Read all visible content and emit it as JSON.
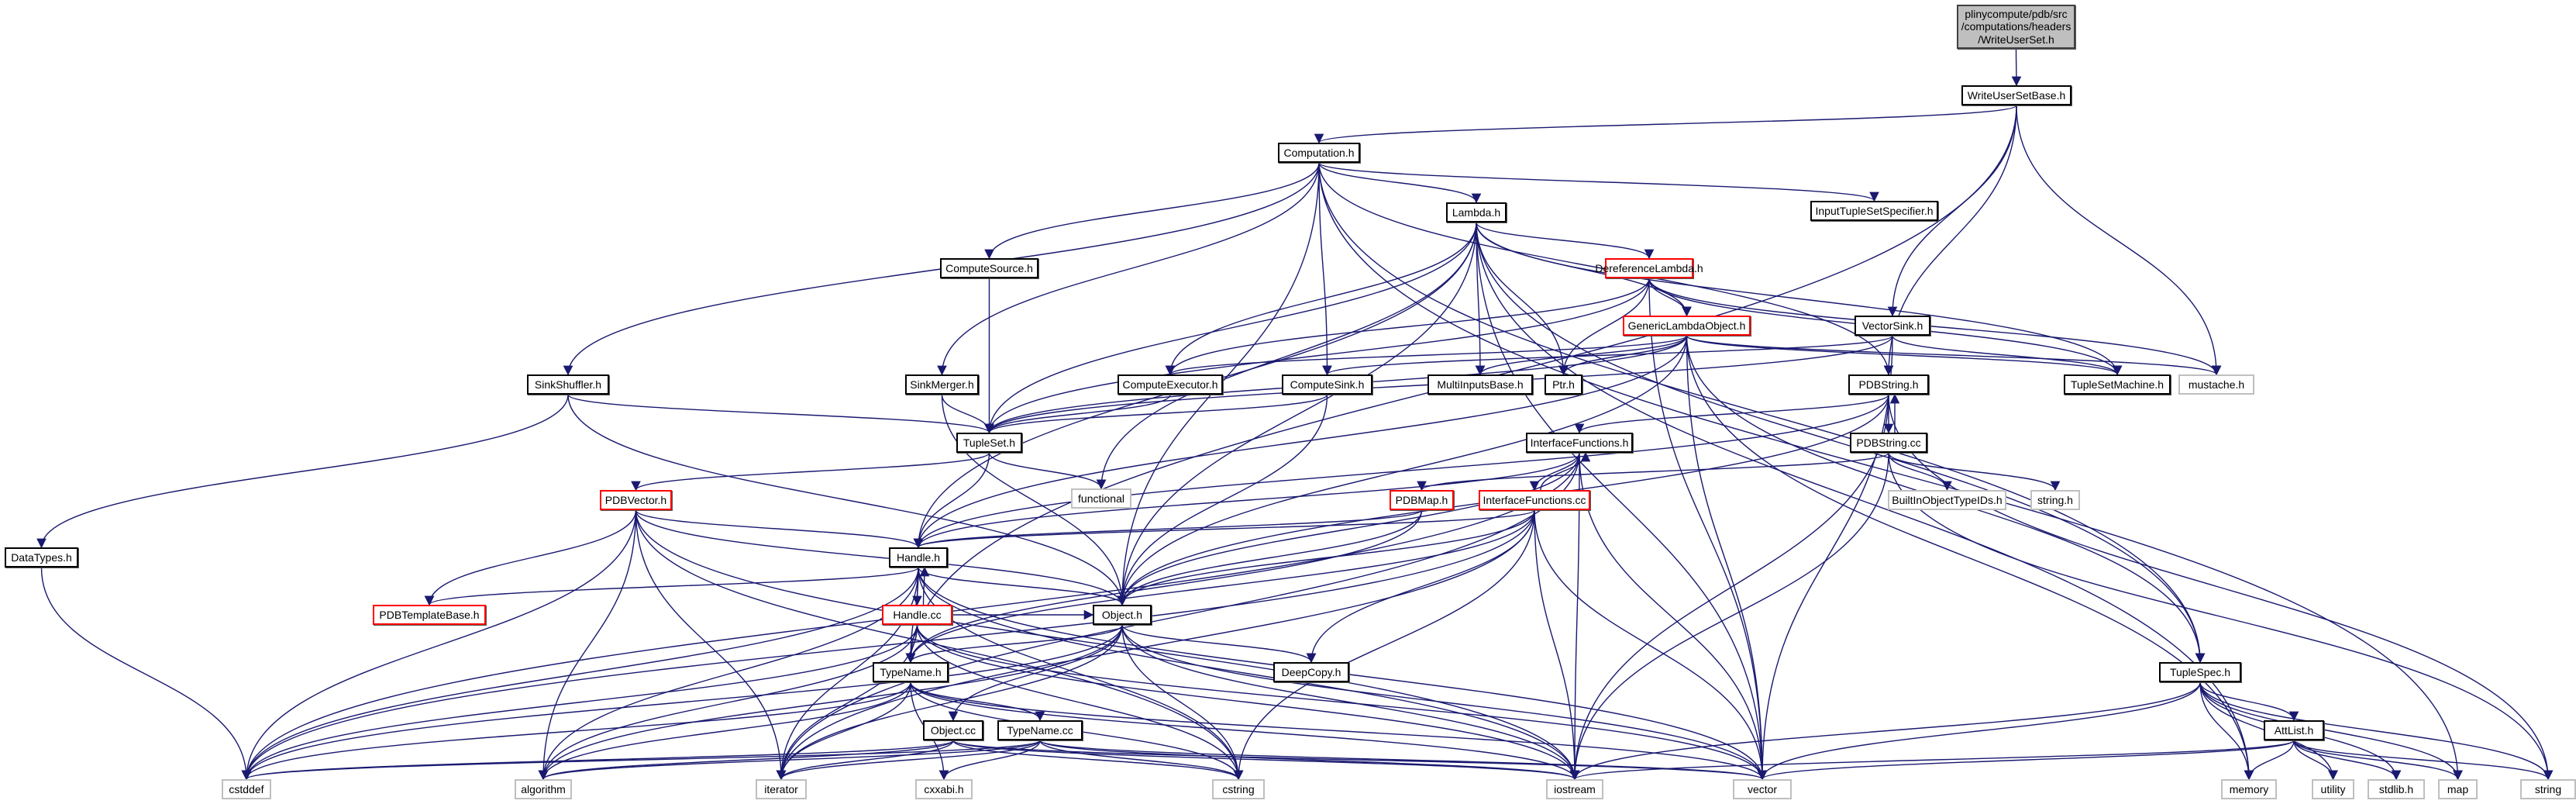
{
  "graph": {
    "title": "Include dependency graph for WriteUserSet.h",
    "edge_color": "#191970",
    "colors": {
      "root_fill": "#bfbfbf",
      "documented_border": "#000000",
      "truncated_border": "#ff0000",
      "external_border": "#bfbfbf"
    },
    "nodes": [
      {
        "id": "root",
        "lines": [
          "plinycompute/pdb/src",
          "/computations/headers",
          "/WriteUserSet.h"
        ],
        "kind": "root"
      },
      {
        "id": "WriteUserSetBase",
        "label": "WriteUserSetBase.h",
        "kind": "doc"
      },
      {
        "id": "Computation",
        "label": "Computation.h",
        "kind": "doc"
      },
      {
        "id": "InputTupleSetSpecifier",
        "label": "InputTupleSetSpecifier.h",
        "kind": "doc"
      },
      {
        "id": "Lambda",
        "label": "Lambda.h",
        "kind": "doc"
      },
      {
        "id": "ComputeSource",
        "label": "ComputeSource.h",
        "kind": "doc"
      },
      {
        "id": "DereferenceLambda",
        "label": "DereferenceLambda.h",
        "kind": "red"
      },
      {
        "id": "GenericLambdaObject",
        "label": "GenericLambdaObject.h",
        "kind": "red"
      },
      {
        "id": "VectorSink",
        "label": "VectorSink.h",
        "kind": "doc"
      },
      {
        "id": "SinkShuffler",
        "label": "SinkShuffler.h",
        "kind": "doc"
      },
      {
        "id": "SinkMerger",
        "label": "SinkMerger.h",
        "kind": "doc"
      },
      {
        "id": "ComputeExecutor",
        "label": "ComputeExecutor.h",
        "kind": "doc"
      },
      {
        "id": "ComputeSink",
        "label": "ComputeSink.h",
        "kind": "doc"
      },
      {
        "id": "MultiInputsBase",
        "label": "MultiInputsBase.h",
        "kind": "doc"
      },
      {
        "id": "Ptr",
        "label": "Ptr.h",
        "kind": "doc"
      },
      {
        "id": "PDBString",
        "label": "PDBString.h",
        "kind": "doc"
      },
      {
        "id": "TupleSetMachine",
        "label": "TupleSetMachine.h",
        "kind": "doc"
      },
      {
        "id": "mustache",
        "label": "mustache.h",
        "kind": "sys"
      },
      {
        "id": "TupleSet",
        "label": "TupleSet.h",
        "kind": "doc"
      },
      {
        "id": "InterfaceFunctions",
        "label": "InterfaceFunctions.h",
        "kind": "doc"
      },
      {
        "id": "PDBStringCC",
        "label": "PDBString.cc",
        "kind": "doc"
      },
      {
        "id": "functional",
        "label": "functional",
        "kind": "sys"
      },
      {
        "id": "PDBVector",
        "label": "PDBVector.h",
        "kind": "red"
      },
      {
        "id": "PDBMap",
        "label": "PDBMap.h",
        "kind": "red"
      },
      {
        "id": "InterfaceFunctionsCC",
        "label": "InterfaceFunctions.cc",
        "kind": "red"
      },
      {
        "id": "BuiltInObjectTypeIDs",
        "label": "BuiltInObjectTypeIDs.h",
        "kind": "sys"
      },
      {
        "id": "stringh",
        "label": "string.h",
        "kind": "sys"
      },
      {
        "id": "DataTypes",
        "label": "DataTypes.h",
        "kind": "doc"
      },
      {
        "id": "Handle",
        "label": "Handle.h",
        "kind": "doc"
      },
      {
        "id": "PDBTemplateBase",
        "label": "PDBTemplateBase.h",
        "kind": "red"
      },
      {
        "id": "HandleCC",
        "label": "Handle.cc",
        "kind": "red"
      },
      {
        "id": "Object",
        "label": "Object.h",
        "kind": "doc"
      },
      {
        "id": "DeepCopy",
        "label": "DeepCopy.h",
        "kind": "doc"
      },
      {
        "id": "TypeName",
        "label": "TypeName.h",
        "kind": "doc"
      },
      {
        "id": "TupleSpec",
        "label": "TupleSpec.h",
        "kind": "doc"
      },
      {
        "id": "AttList",
        "label": "AttList.h",
        "kind": "doc"
      },
      {
        "id": "ObjectCC",
        "label": "Object.cc",
        "kind": "doc"
      },
      {
        "id": "TypeNameCC",
        "label": "TypeName.cc",
        "kind": "doc"
      },
      {
        "id": "cstddef",
        "label": "cstddef",
        "kind": "sys"
      },
      {
        "id": "algorithm",
        "label": "algorithm",
        "kind": "sys"
      },
      {
        "id": "iterator",
        "label": "iterator",
        "kind": "sys"
      },
      {
        "id": "cxxabi",
        "label": "cxxabi.h",
        "kind": "sys"
      },
      {
        "id": "cstring",
        "label": "cstring",
        "kind": "sys"
      },
      {
        "id": "iostream",
        "label": "iostream",
        "kind": "sys"
      },
      {
        "id": "vector",
        "label": "vector",
        "kind": "sys"
      },
      {
        "id": "memory",
        "label": "memory",
        "kind": "sys"
      },
      {
        "id": "utility",
        "label": "utility",
        "kind": "sys"
      },
      {
        "id": "stdlib",
        "label": "stdlib.h",
        "kind": "sys"
      },
      {
        "id": "map",
        "label": "map",
        "kind": "sys"
      },
      {
        "id": "string",
        "label": "string",
        "kind": "sys"
      }
    ],
    "edges": [
      [
        "root",
        "WriteUserSetBase"
      ],
      [
        "WriteUserSetBase",
        "Computation"
      ],
      [
        "WriteUserSetBase",
        "TypeName"
      ],
      [
        "WriteUserSetBase",
        "PDBString"
      ],
      [
        "WriteUserSetBase",
        "VectorSink"
      ],
      [
        "WriteUserSetBase",
        "mustache"
      ],
      [
        "Computation",
        "InputTupleSetSpecifier"
      ],
      [
        "Computation",
        "Lambda"
      ],
      [
        "Computation",
        "ComputeSource"
      ],
      [
        "Computation",
        "SinkMerger"
      ],
      [
        "Computation",
        "SinkShuffler"
      ],
      [
        "Computation",
        "ComputeSink"
      ],
      [
        "Computation",
        "Object"
      ],
      [
        "Computation",
        "PDBString"
      ],
      [
        "Computation",
        "TupleSpec"
      ],
      [
        "Computation",
        "map"
      ],
      [
        "Lambda",
        "DereferenceLambda"
      ],
      [
        "Lambda",
        "GenericLambdaObject"
      ],
      [
        "Lambda",
        "ComputeExecutor"
      ],
      [
        "Lambda",
        "MultiInputsBase"
      ],
      [
        "Lambda",
        "Ptr"
      ],
      [
        "Lambda",
        "Handle"
      ],
      [
        "Lambda",
        "Object"
      ],
      [
        "Lambda",
        "functional"
      ],
      [
        "Lambda",
        "TupleSetMachine"
      ],
      [
        "Lambda",
        "TupleSpec"
      ],
      [
        "Lambda",
        "memory"
      ],
      [
        "Lambda",
        "vector"
      ],
      [
        "Lambda",
        "TupleSet"
      ],
      [
        "DereferenceLambda",
        "GenericLambdaObject"
      ],
      [
        "DereferenceLambda",
        "ComputeExecutor"
      ],
      [
        "DereferenceLambda",
        "Ptr"
      ],
      [
        "DereferenceLambda",
        "TupleSet"
      ],
      [
        "DereferenceLambda",
        "TupleSetMachine"
      ],
      [
        "DereferenceLambda",
        "mustache"
      ],
      [
        "DereferenceLambda",
        "vector"
      ],
      [
        "GenericLambdaObject",
        "ComputeExecutor"
      ],
      [
        "GenericLambdaObject",
        "MultiInputsBase"
      ],
      [
        "GenericLambdaObject",
        "Ptr"
      ],
      [
        "GenericLambdaObject",
        "TupleSet"
      ],
      [
        "GenericLambdaObject",
        "TupleSetMachine"
      ],
      [
        "GenericLambdaObject",
        "mustache"
      ],
      [
        "GenericLambdaObject",
        "Handle"
      ],
      [
        "GenericLambdaObject",
        "Object"
      ],
      [
        "GenericLambdaObject",
        "TupleSpec"
      ],
      [
        "GenericLambdaObject",
        "memory"
      ],
      [
        "GenericLambdaObject",
        "vector"
      ],
      [
        "VectorSink",
        "ComputeSink"
      ],
      [
        "VectorSink",
        "TupleSetMachine"
      ],
      [
        "VectorSink",
        "TupleSet"
      ],
      [
        "VectorSink",
        "vector"
      ],
      [
        "ComputeSource",
        "TupleSet"
      ],
      [
        "SinkMerger",
        "TupleSet"
      ],
      [
        "SinkMerger",
        "Object"
      ],
      [
        "SinkShuffler",
        "TupleSet"
      ],
      [
        "SinkShuffler",
        "DataTypes"
      ],
      [
        "SinkShuffler",
        "Object"
      ],
      [
        "ComputeExecutor",
        "TupleSet"
      ],
      [
        "ComputeSink",
        "TupleSet"
      ],
      [
        "ComputeSink",
        "Object"
      ],
      [
        "TupleSet",
        "PDBVector"
      ],
      [
        "TupleSet",
        "Handle"
      ],
      [
        "TupleSet",
        "functional"
      ],
      [
        "PDBString",
        "InterfaceFunctions"
      ],
      [
        "PDBString",
        "PDBStringCC"
      ],
      [
        "PDBString",
        "Object"
      ],
      [
        "PDBString",
        "Handle"
      ],
      [
        "PDBString",
        "iostream"
      ],
      [
        "PDBString",
        "string"
      ],
      [
        "PDBStringCC",
        "PDBString"
      ],
      [
        "PDBStringCC",
        "BuiltInObjectTypeIDs"
      ],
      [
        "PDBStringCC",
        "stringh"
      ],
      [
        "PDBStringCC",
        "PDBMap"
      ],
      [
        "PDBStringCC",
        "iostream"
      ],
      [
        "PDBStringCC",
        "string"
      ],
      [
        "InterfaceFunctions",
        "InterfaceFunctionsCC"
      ],
      [
        "InterfaceFunctions",
        "Object"
      ],
      [
        "InterfaceFunctions",
        "Handle"
      ],
      [
        "InterfaceFunctions",
        "iostream"
      ],
      [
        "InterfaceFunctions",
        "vector"
      ],
      [
        "InterfaceFunctions",
        "cstddef"
      ],
      [
        "InterfaceFunctions",
        "iterator"
      ],
      [
        "InterfaceFunctionsCC",
        "InterfaceFunctions"
      ],
      [
        "InterfaceFunctionsCC",
        "Handle"
      ],
      [
        "InterfaceFunctionsCC",
        "Object"
      ],
      [
        "InterfaceFunctionsCC",
        "DeepCopy"
      ],
      [
        "InterfaceFunctionsCC",
        "TypeName"
      ],
      [
        "InterfaceFunctionsCC",
        "cstring"
      ],
      [
        "InterfaceFunctionsCC",
        "iostream"
      ],
      [
        "InterfaceFunctionsCC",
        "vector"
      ],
      [
        "InterfaceFunctionsCC",
        "cstddef"
      ],
      [
        "InterfaceFunctionsCC",
        "iterator"
      ],
      [
        "PDBMap",
        "Handle"
      ],
      [
        "PDBMap",
        "Object"
      ],
      [
        "PDBMap",
        "TypeName"
      ],
      [
        "PDBVector",
        "Handle"
      ],
      [
        "PDBVector",
        "Object"
      ],
      [
        "PDBVector",
        "PDBTemplateBase"
      ],
      [
        "PDBVector",
        "cstddef"
      ],
      [
        "PDBVector",
        "algorithm"
      ],
      [
        "PDBVector",
        "iterator"
      ],
      [
        "PDBVector",
        "cstring"
      ],
      [
        "PDBVector",
        "iostream"
      ],
      [
        "DataTypes",
        "cstddef"
      ],
      [
        "Handle",
        "HandleCC"
      ],
      [
        "Handle",
        "Object"
      ],
      [
        "Handle",
        "PDBTemplateBase"
      ],
      [
        "Handle",
        "TypeName"
      ],
      [
        "Handle",
        "cstddef"
      ],
      [
        "Handle",
        "algorithm"
      ],
      [
        "Handle",
        "iterator"
      ],
      [
        "Handle",
        "cstring"
      ],
      [
        "Handle",
        "iostream"
      ],
      [
        "Handle",
        "vector"
      ],
      [
        "HandleCC",
        "Handle"
      ],
      [
        "HandleCC",
        "TypeName"
      ],
      [
        "HandleCC",
        "Object"
      ],
      [
        "HandleCC",
        "cstddef"
      ],
      [
        "HandleCC",
        "algorithm"
      ],
      [
        "HandleCC",
        "iterator"
      ],
      [
        "HandleCC",
        "cstring"
      ],
      [
        "HandleCC",
        "iostream"
      ],
      [
        "HandleCC",
        "vector"
      ],
      [
        "Object",
        "DeepCopy"
      ],
      [
        "Object",
        "TypeName"
      ],
      [
        "Object",
        "ObjectCC"
      ],
      [
        "Object",
        "cstddef"
      ],
      [
        "Object",
        "algorithm"
      ],
      [
        "Object",
        "iterator"
      ],
      [
        "Object",
        "cstring"
      ],
      [
        "Object",
        "iostream"
      ],
      [
        "Object",
        "vector"
      ],
      [
        "TypeName",
        "TypeNameCC"
      ],
      [
        "TypeName",
        "cxxabi"
      ],
      [
        "TypeName",
        "cstddef"
      ],
      [
        "TypeName",
        "algorithm"
      ],
      [
        "TypeName",
        "iterator"
      ],
      [
        "TypeName",
        "cstring"
      ],
      [
        "TypeName",
        "iostream"
      ],
      [
        "TypeName",
        "vector"
      ],
      [
        "ObjectCC",
        "cstddef"
      ],
      [
        "ObjectCC",
        "algorithm"
      ],
      [
        "ObjectCC",
        "iterator"
      ],
      [
        "ObjectCC",
        "cstring"
      ],
      [
        "ObjectCC",
        "iostream"
      ],
      [
        "ObjectCC",
        "vector"
      ],
      [
        "TypeNameCC",
        "cxxabi"
      ],
      [
        "TypeNameCC",
        "cstddef"
      ],
      [
        "TypeNameCC",
        "algorithm"
      ],
      [
        "TypeNameCC",
        "iterator"
      ],
      [
        "TypeNameCC",
        "cstring"
      ],
      [
        "TypeNameCC",
        "iostream"
      ],
      [
        "TypeNameCC",
        "vector"
      ],
      [
        "TupleSpec",
        "AttList"
      ],
      [
        "TupleSpec",
        "memory"
      ],
      [
        "TupleSpec",
        "utility"
      ],
      [
        "TupleSpec",
        "stdlib"
      ],
      [
        "TupleSpec",
        "map"
      ],
      [
        "TupleSpec",
        "string"
      ],
      [
        "TupleSpec",
        "iostream"
      ],
      [
        "TupleSpec",
        "vector"
      ],
      [
        "AttList",
        "memory"
      ],
      [
        "AttList",
        "utility"
      ],
      [
        "AttList",
        "stdlib"
      ],
      [
        "AttList",
        "map"
      ],
      [
        "AttList",
        "string"
      ],
      [
        "AttList",
        "iostream"
      ],
      [
        "AttList",
        "vector"
      ]
    ]
  }
}
